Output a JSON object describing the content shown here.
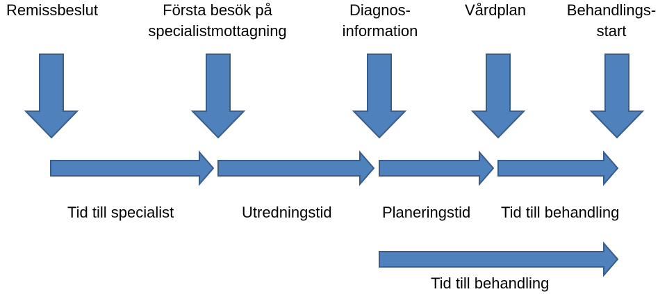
{
  "milestones": [
    {
      "id": "remissbeslut",
      "lines": [
        "Remissbeslut"
      ]
    },
    {
      "id": "forsta-besok",
      "lines": [
        "Första besök på",
        "specialistmottagning"
      ]
    },
    {
      "id": "diagnosinformation",
      "lines": [
        "Diagnos-",
        "information"
      ]
    },
    {
      "id": "vardplan",
      "lines": [
        "Vårdplan"
      ]
    },
    {
      "id": "behandlingsstart",
      "lines": [
        "Behandlings-",
        "start"
      ]
    }
  ],
  "intervals": [
    {
      "id": "tid-till-specialist",
      "label": "Tid till specialist"
    },
    {
      "id": "utredningstid",
      "label": "Utredningstid"
    },
    {
      "id": "planeringstid",
      "label": "Planeringstid"
    },
    {
      "id": "tid-till-behandling",
      "label": "Tid till behandling"
    }
  ],
  "summary": {
    "label": "Tid till behandling"
  },
  "colors": {
    "arrow_fill": "#4f81bd",
    "arrow_stroke": "#385d8a",
    "text": "#000000",
    "background": "#ffffff"
  }
}
